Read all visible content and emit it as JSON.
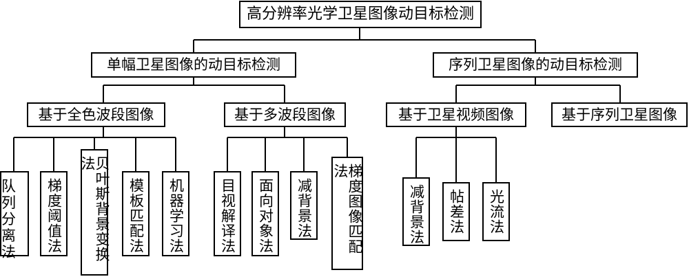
{
  "root": "高分辨率光学卫星图像动目标检测",
  "level1": [
    "单幅卫星图像的动目标检测",
    "序列卫星图像的动目标检测"
  ],
  "level2": [
    "基于全色波段图像",
    "基于多波段图像",
    "基于卫星视频图像",
    "基于序列卫星图像"
  ],
  "panchromatic_methods": [
    "队列分离法",
    "梯度阈值法",
    "贝叶斯背景变换法",
    "模板匹配法",
    "机器学习法"
  ],
  "multiband_methods": [
    "目视解译法",
    "面向对象法",
    "减背景法",
    "梯度图像匹配法"
  ],
  "video_methods": [
    "减背景法",
    "帖差法",
    "光流法"
  ]
}
